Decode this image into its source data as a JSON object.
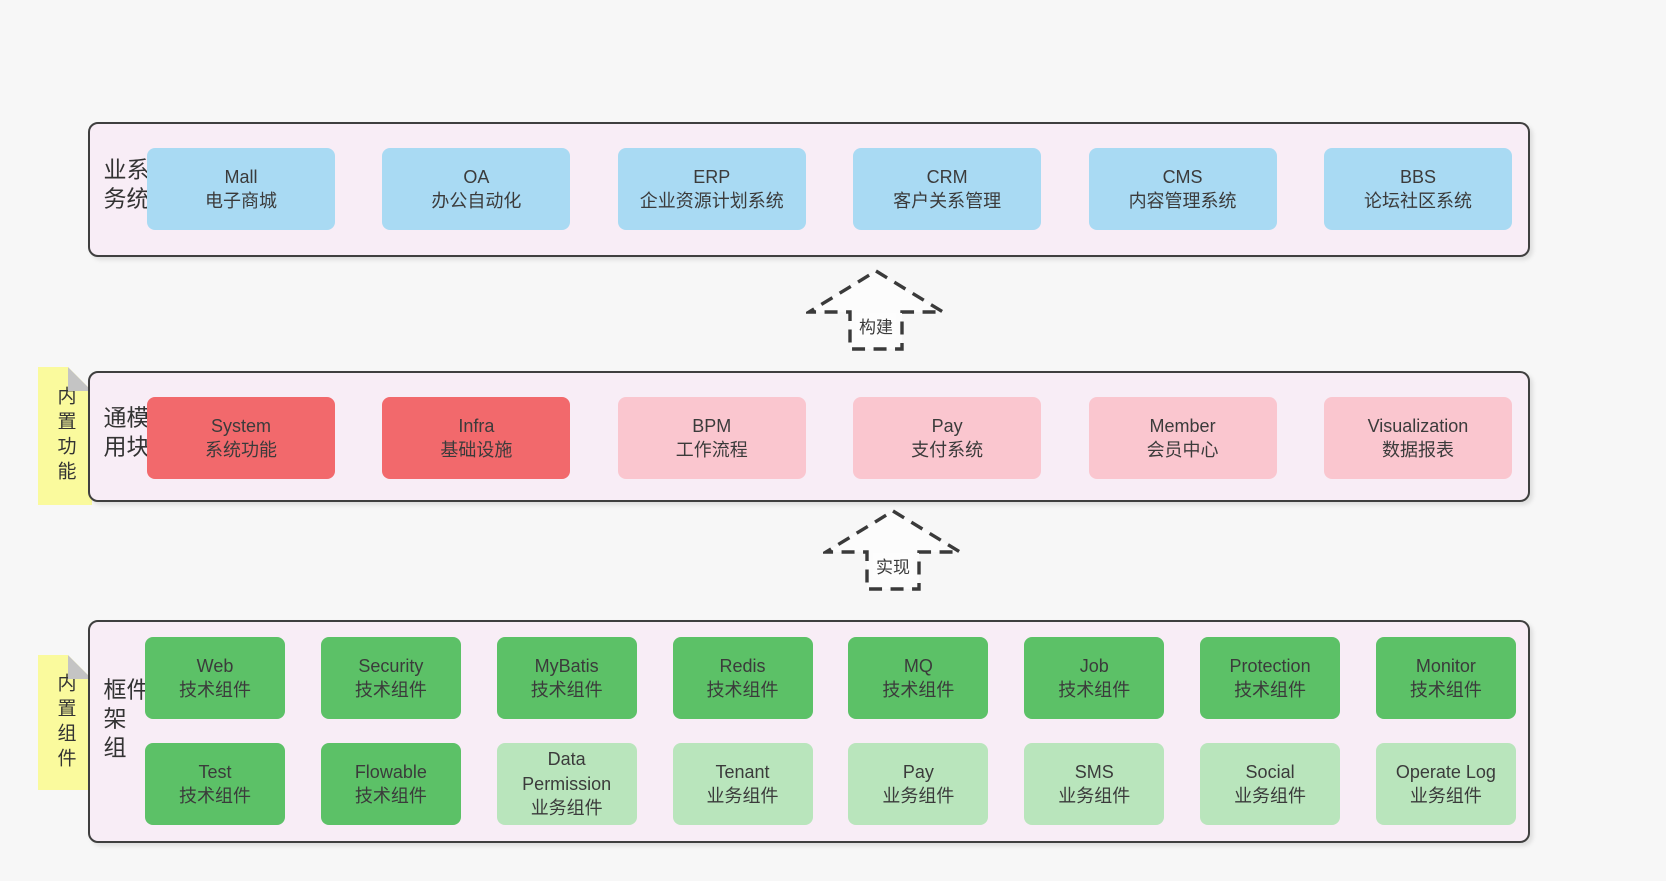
{
  "colors": {
    "bg": "#f7f7f7",
    "panel-bg": "#f8edf6",
    "panel-border": "#3f3f3f",
    "text": "#3b3b3b",
    "node-blue": "#a9daf3",
    "node-red": "#f2696c",
    "node-pink": "#fac6cf",
    "node-green": "#5cc167",
    "node-green-light": "#b9e5bc",
    "sticky-yellow": "#fafa9d",
    "sticky-fold": "#c4c4c4",
    "arrow-fill": "#fcfcfc"
  },
  "panels": {
    "business": {
      "side_label": "业务系统",
      "boxes": [
        {
          "name": "Mall",
          "desc": "电子商城",
          "variant": "blue"
        },
        {
          "name": "OA",
          "desc": "办公自动化",
          "variant": "blue"
        },
        {
          "name": "ERP",
          "desc": "企业资源计划系统",
          "variant": "blue"
        },
        {
          "name": "CRM",
          "desc": "客户关系管理",
          "variant": "blue"
        },
        {
          "name": "CMS",
          "desc": "内容管理系统",
          "variant": "blue"
        },
        {
          "name": "BBS",
          "desc": "论坛社区系统",
          "variant": "blue"
        }
      ]
    },
    "modules": {
      "side_label": "通用模块",
      "sticky_label": "内置功能",
      "boxes": [
        {
          "name": "System",
          "desc": "系统功能",
          "variant": "red"
        },
        {
          "name": "Infra",
          "desc": "基础设施",
          "variant": "red"
        },
        {
          "name": "BPM",
          "desc": "工作流程",
          "variant": "pink"
        },
        {
          "name": "Pay",
          "desc": "支付系统",
          "variant": "pink"
        },
        {
          "name": "Member",
          "desc": "会员中心",
          "variant": "pink"
        },
        {
          "name": "Visualization",
          "desc": "数据报表",
          "variant": "pink"
        }
      ]
    },
    "components": {
      "side_label": "框架组件",
      "sticky_label": "内置组件",
      "rows": [
        [
          {
            "name": "Web",
            "desc": "技术组件",
            "variant": "green"
          },
          {
            "name": "Security",
            "desc": "技术组件",
            "variant": "green"
          },
          {
            "name": "MyBatis",
            "desc": "技术组件",
            "variant": "green"
          },
          {
            "name": "Redis",
            "desc": "技术组件",
            "variant": "green"
          },
          {
            "name": "MQ",
            "desc": "技术组件",
            "variant": "green"
          },
          {
            "name": "Job",
            "desc": "技术组件",
            "variant": "green"
          },
          {
            "name": "Protection",
            "desc": "技术组件",
            "variant": "green"
          },
          {
            "name": "Monitor",
            "desc": "技术组件",
            "variant": "green"
          }
        ],
        [
          {
            "name": "Test",
            "desc": "技术组件",
            "variant": "green"
          },
          {
            "name": "Flowable",
            "desc": "技术组件",
            "variant": "green"
          },
          {
            "name": "Data Permission",
            "desc": "业务组件",
            "variant": "green-light"
          },
          {
            "name": "Tenant",
            "desc": "业务组件",
            "variant": "green-light"
          },
          {
            "name": "Pay",
            "desc": "业务组件",
            "variant": "green-light"
          },
          {
            "name": "SMS",
            "desc": "业务组件",
            "variant": "green-light"
          },
          {
            "name": "Social",
            "desc": "业务组件",
            "variant": "green-light"
          },
          {
            "name": "Operate Log",
            "desc": "业务组件",
            "variant": "green-light"
          }
        ]
      ]
    }
  },
  "arrows": {
    "build": {
      "label": "构建"
    },
    "implement": {
      "label": "实现"
    }
  }
}
